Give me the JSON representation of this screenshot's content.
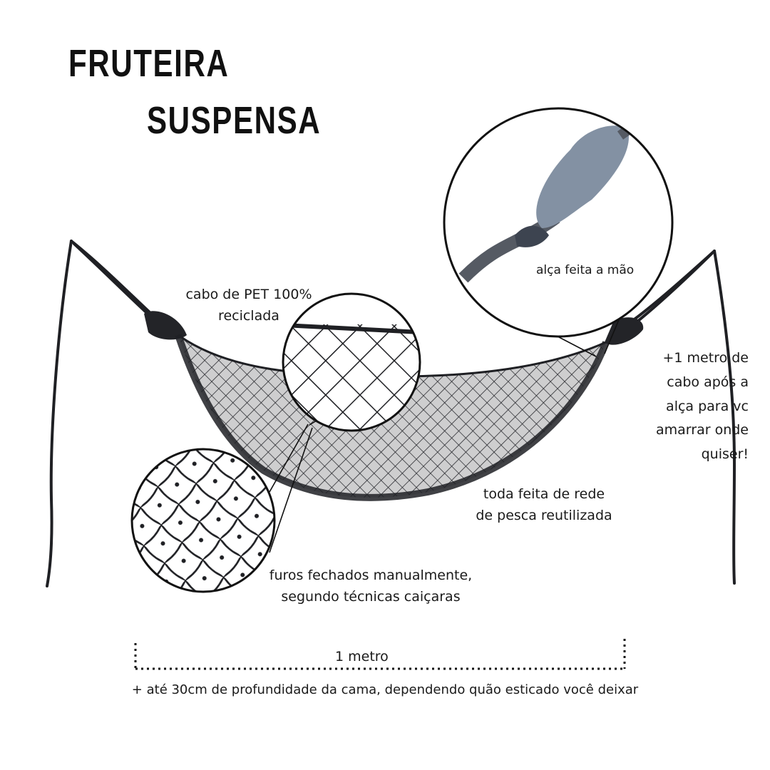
{
  "title": {
    "line1": "FRUTEIRA",
    "line2": "SUSPENSA"
  },
  "annotations": {
    "cable_line1": "cabo de PET 100%",
    "cable_line2": "reciclada",
    "handle": "alça feita a mão",
    "rope_line1": "+1 metro de",
    "rope_line2": "cabo após a",
    "rope_line3": "alça para vc",
    "rope_line4": "amarrar onde",
    "rope_line5": "quiser!",
    "net_line1": "toda feita de rede",
    "net_line2": "de pesca reutilizada",
    "holes_line1": "furos fechados manualmente,",
    "holes_line2": "segundo técnicas caiçaras"
  },
  "dimension": {
    "length_label": "1 metro",
    "depth_note": "+ até 30cm de profundidade da cama, dependendo quão esticado você deixar"
  },
  "colors": {
    "net": "#2a2b30",
    "handle_fabric": "#8391a3",
    "ink": "#1a1a1a"
  }
}
